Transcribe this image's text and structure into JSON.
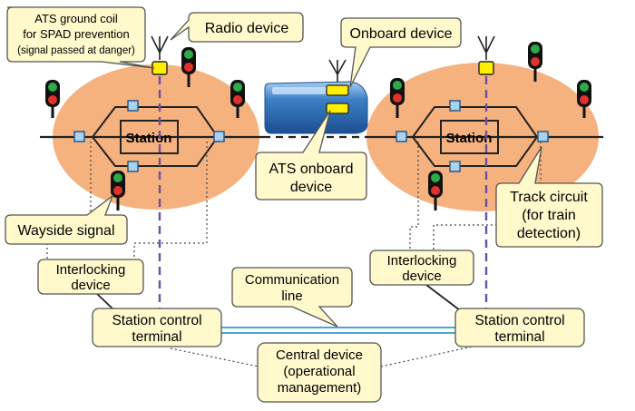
{
  "labels": {
    "ats_coil": [
      "ATS ground coil",
      "for SPAD prevention",
      "(signal passed at danger)"
    ],
    "radio_device": "Radio device",
    "onboard_device": "Onboard device",
    "ats_onboard": [
      "ATS onboard",
      "device"
    ],
    "wayside_signal": "Wayside signal",
    "track_circuit": [
      "Track circuit",
      "(for train",
      "detection)"
    ],
    "interlocking_left": [
      "Interlocking",
      "device"
    ],
    "interlocking_right": [
      "Interlocking",
      "device"
    ],
    "communication_line": [
      "Communication",
      "line"
    ],
    "station_control_left": [
      "Station control",
      "terminal"
    ],
    "station_control_right": [
      "Station control",
      "terminal"
    ],
    "central_device": [
      "Central device",
      "(operational",
      "management)"
    ],
    "station_left": "Station",
    "station_right": "Station"
  },
  "colors": {
    "station_area": "#f5b27e",
    "ground_coil": "#ffee00",
    "track_circuit_box": "#a9d1f0",
    "radio_link": "#6a4ea8",
    "communication_line": "#4aa6d6",
    "callout_fill": "#fff9cc",
    "train_body": "#2f6fb5"
  }
}
